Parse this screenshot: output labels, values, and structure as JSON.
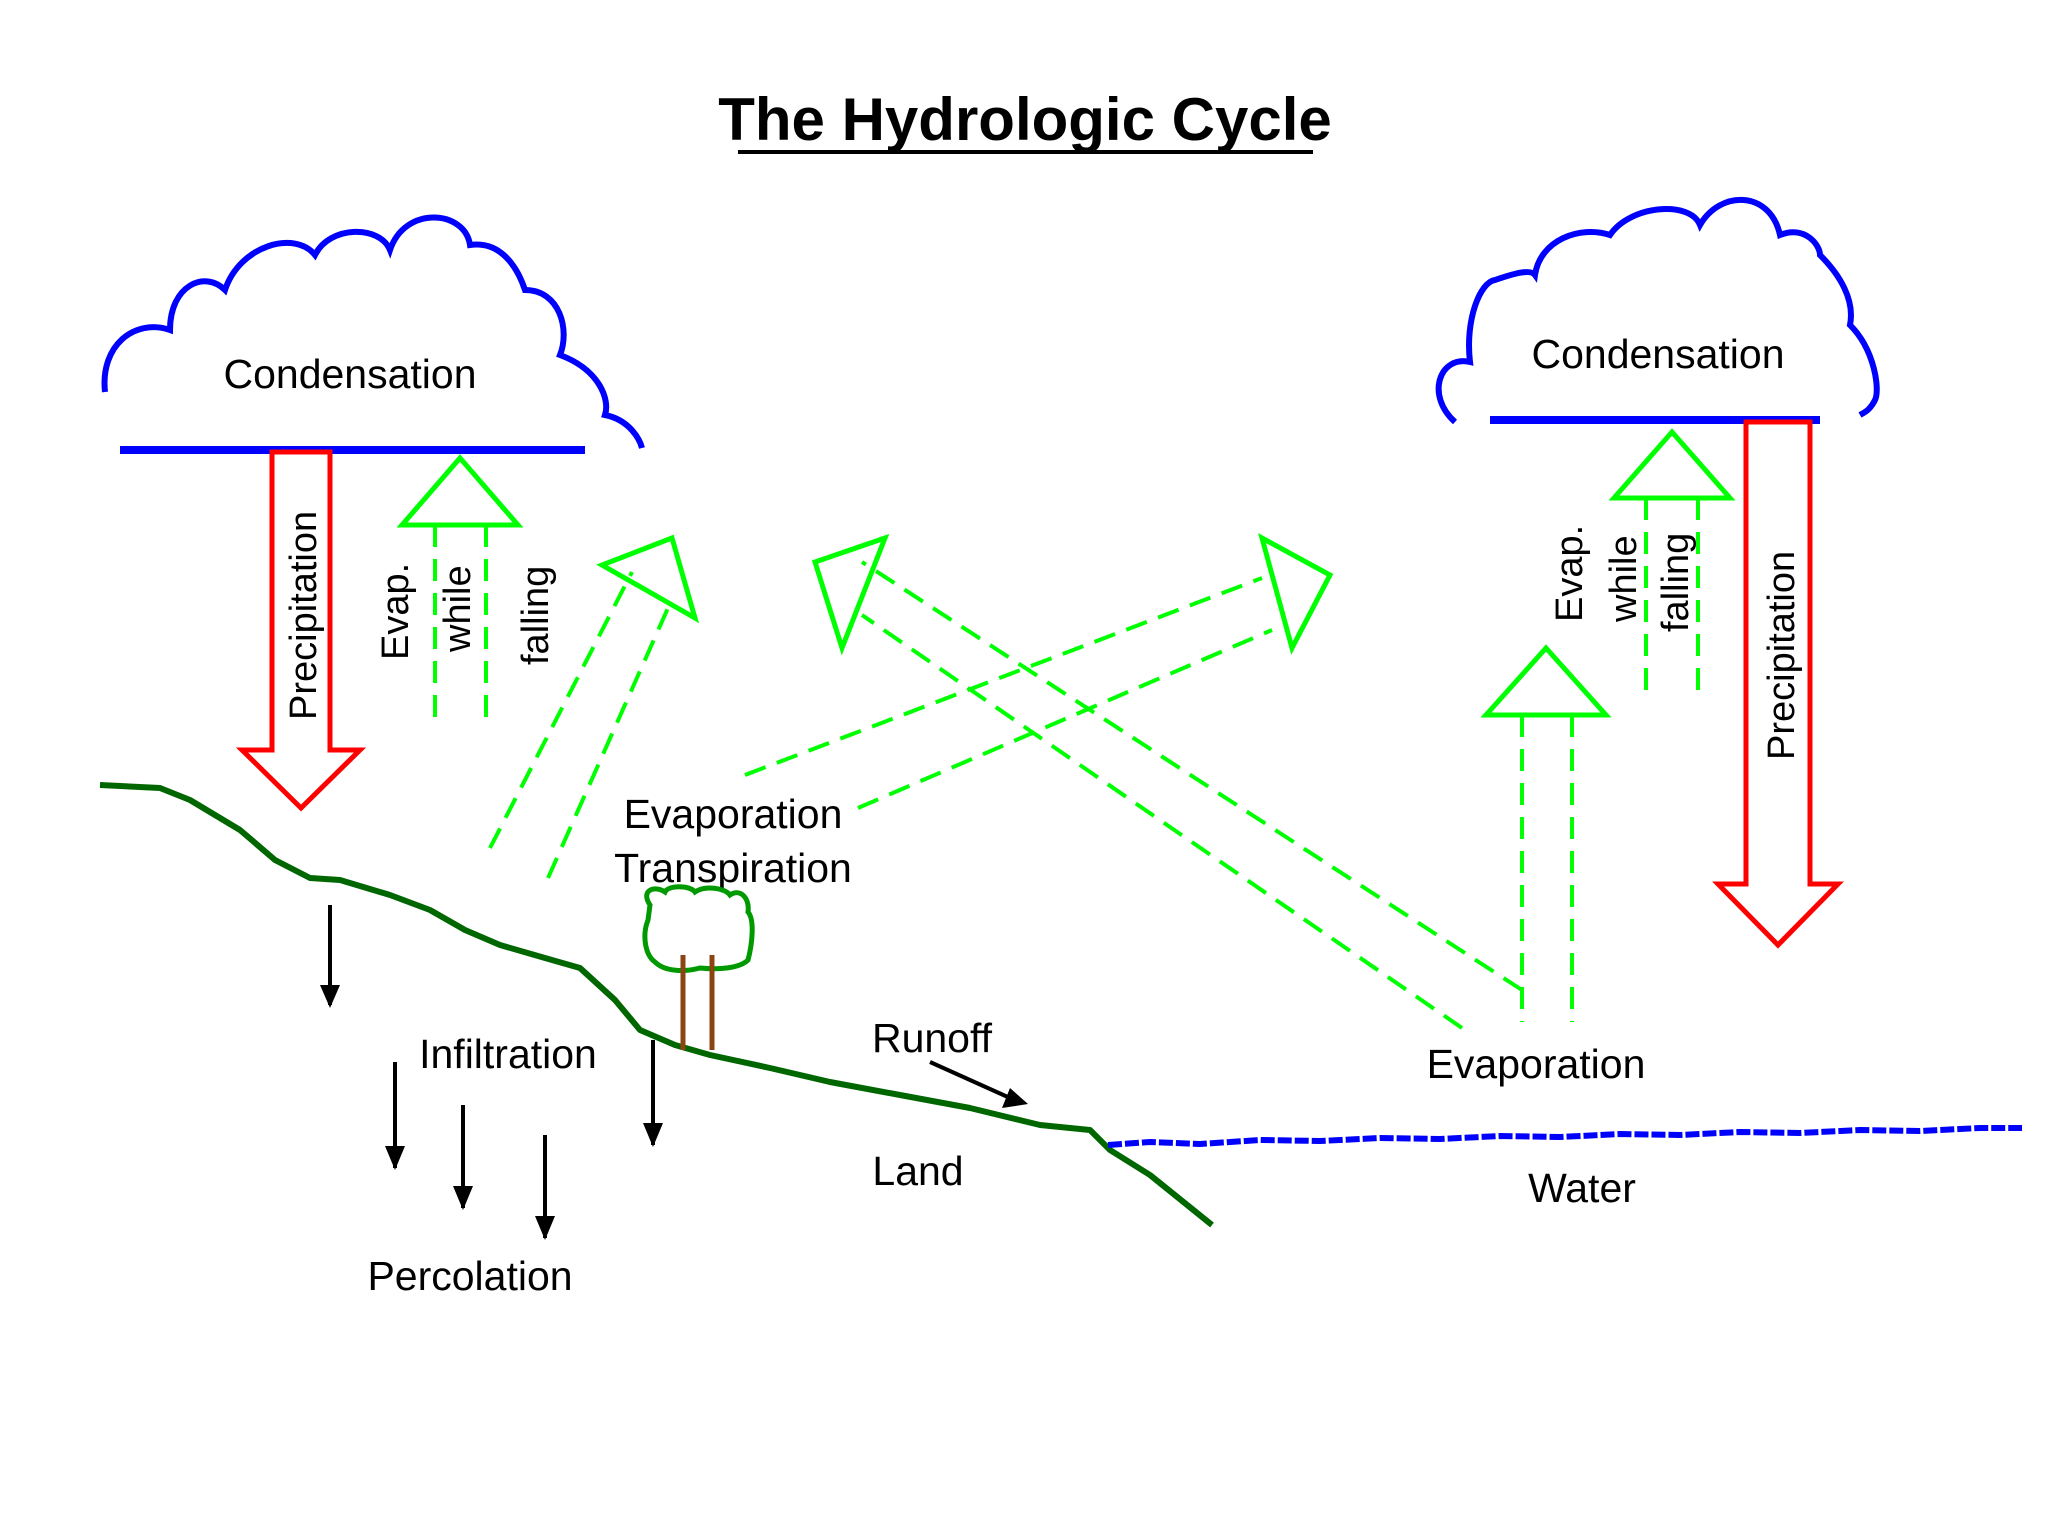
{
  "title": "The Hydrologic Cycle",
  "labels": {
    "condensation_left": "Condensation",
    "condensation_right": "Condensation",
    "precipitation_left": "Precipitation",
    "precipitation_right": "Precipitation",
    "evap_left": "Evap.",
    "while_left": "while",
    "falling_left": "falling",
    "evap_right": "Evap.",
    "while_right": "while",
    "falling_right": "falling",
    "evaporation_transpiration_1": "Evaporation",
    "evaporation_transpiration_2": "Transpiration",
    "infiltration": "Infiltration",
    "percolation": "Percolation",
    "runoff": "Runoff",
    "land": "Land",
    "evaporation_water": "Evaporation",
    "water": "Water"
  },
  "colors": {
    "cloud": "#0000ff",
    "precipitation": "#ff0000",
    "evaporation": "#00ff00",
    "land": "#006600",
    "water": "#0000ff",
    "tree_crown": "#009900",
    "tree_trunk": "#8b4513",
    "arrow_dark": "#000000"
  }
}
